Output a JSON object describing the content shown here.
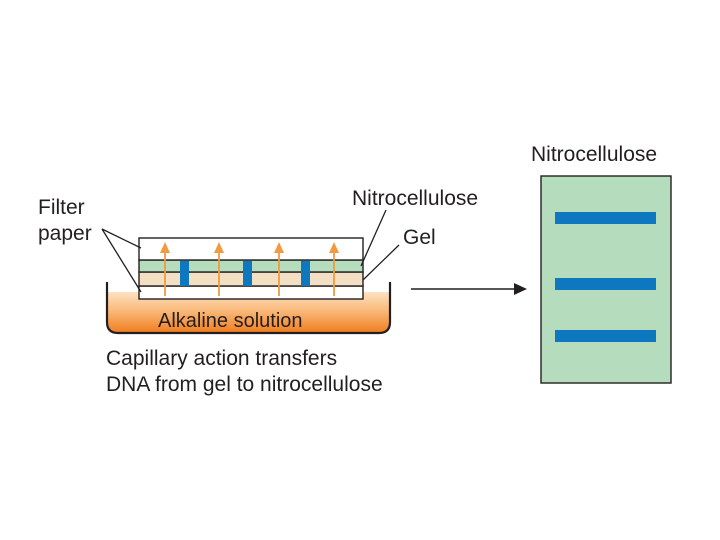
{
  "labels": {
    "filter_paper_line1": "Filter",
    "filter_paper_line2": "paper",
    "nitrocellulose_sheet": "Nitrocellulose",
    "gel": "Gel",
    "alkaline_solution": "Alkaline solution",
    "caption_line1": "Capillary action transfers",
    "caption_line2": "DNA from gel to nitrocellulose",
    "result_title": "Nitrocellulose"
  },
  "colors": {
    "ink": "#231f20",
    "solution_top": "#fde2c2",
    "solution_bottom": "#f07d1f",
    "gel_fill": "#f3dfc4",
    "nitrocellulose_fill": "#b5dcbc",
    "band_blue": "#0d77c0",
    "arrow_orange": "#f29a3f",
    "filter_fill": "#ffffff"
  },
  "icons": {
    "transfer_arrow": "arrow-right-icon",
    "capillary_arrow": "arrow-up-icon"
  },
  "stack": {
    "upward_arrow_count": 4,
    "gel_band_count": 3
  },
  "result": {
    "band_count": 3
  }
}
